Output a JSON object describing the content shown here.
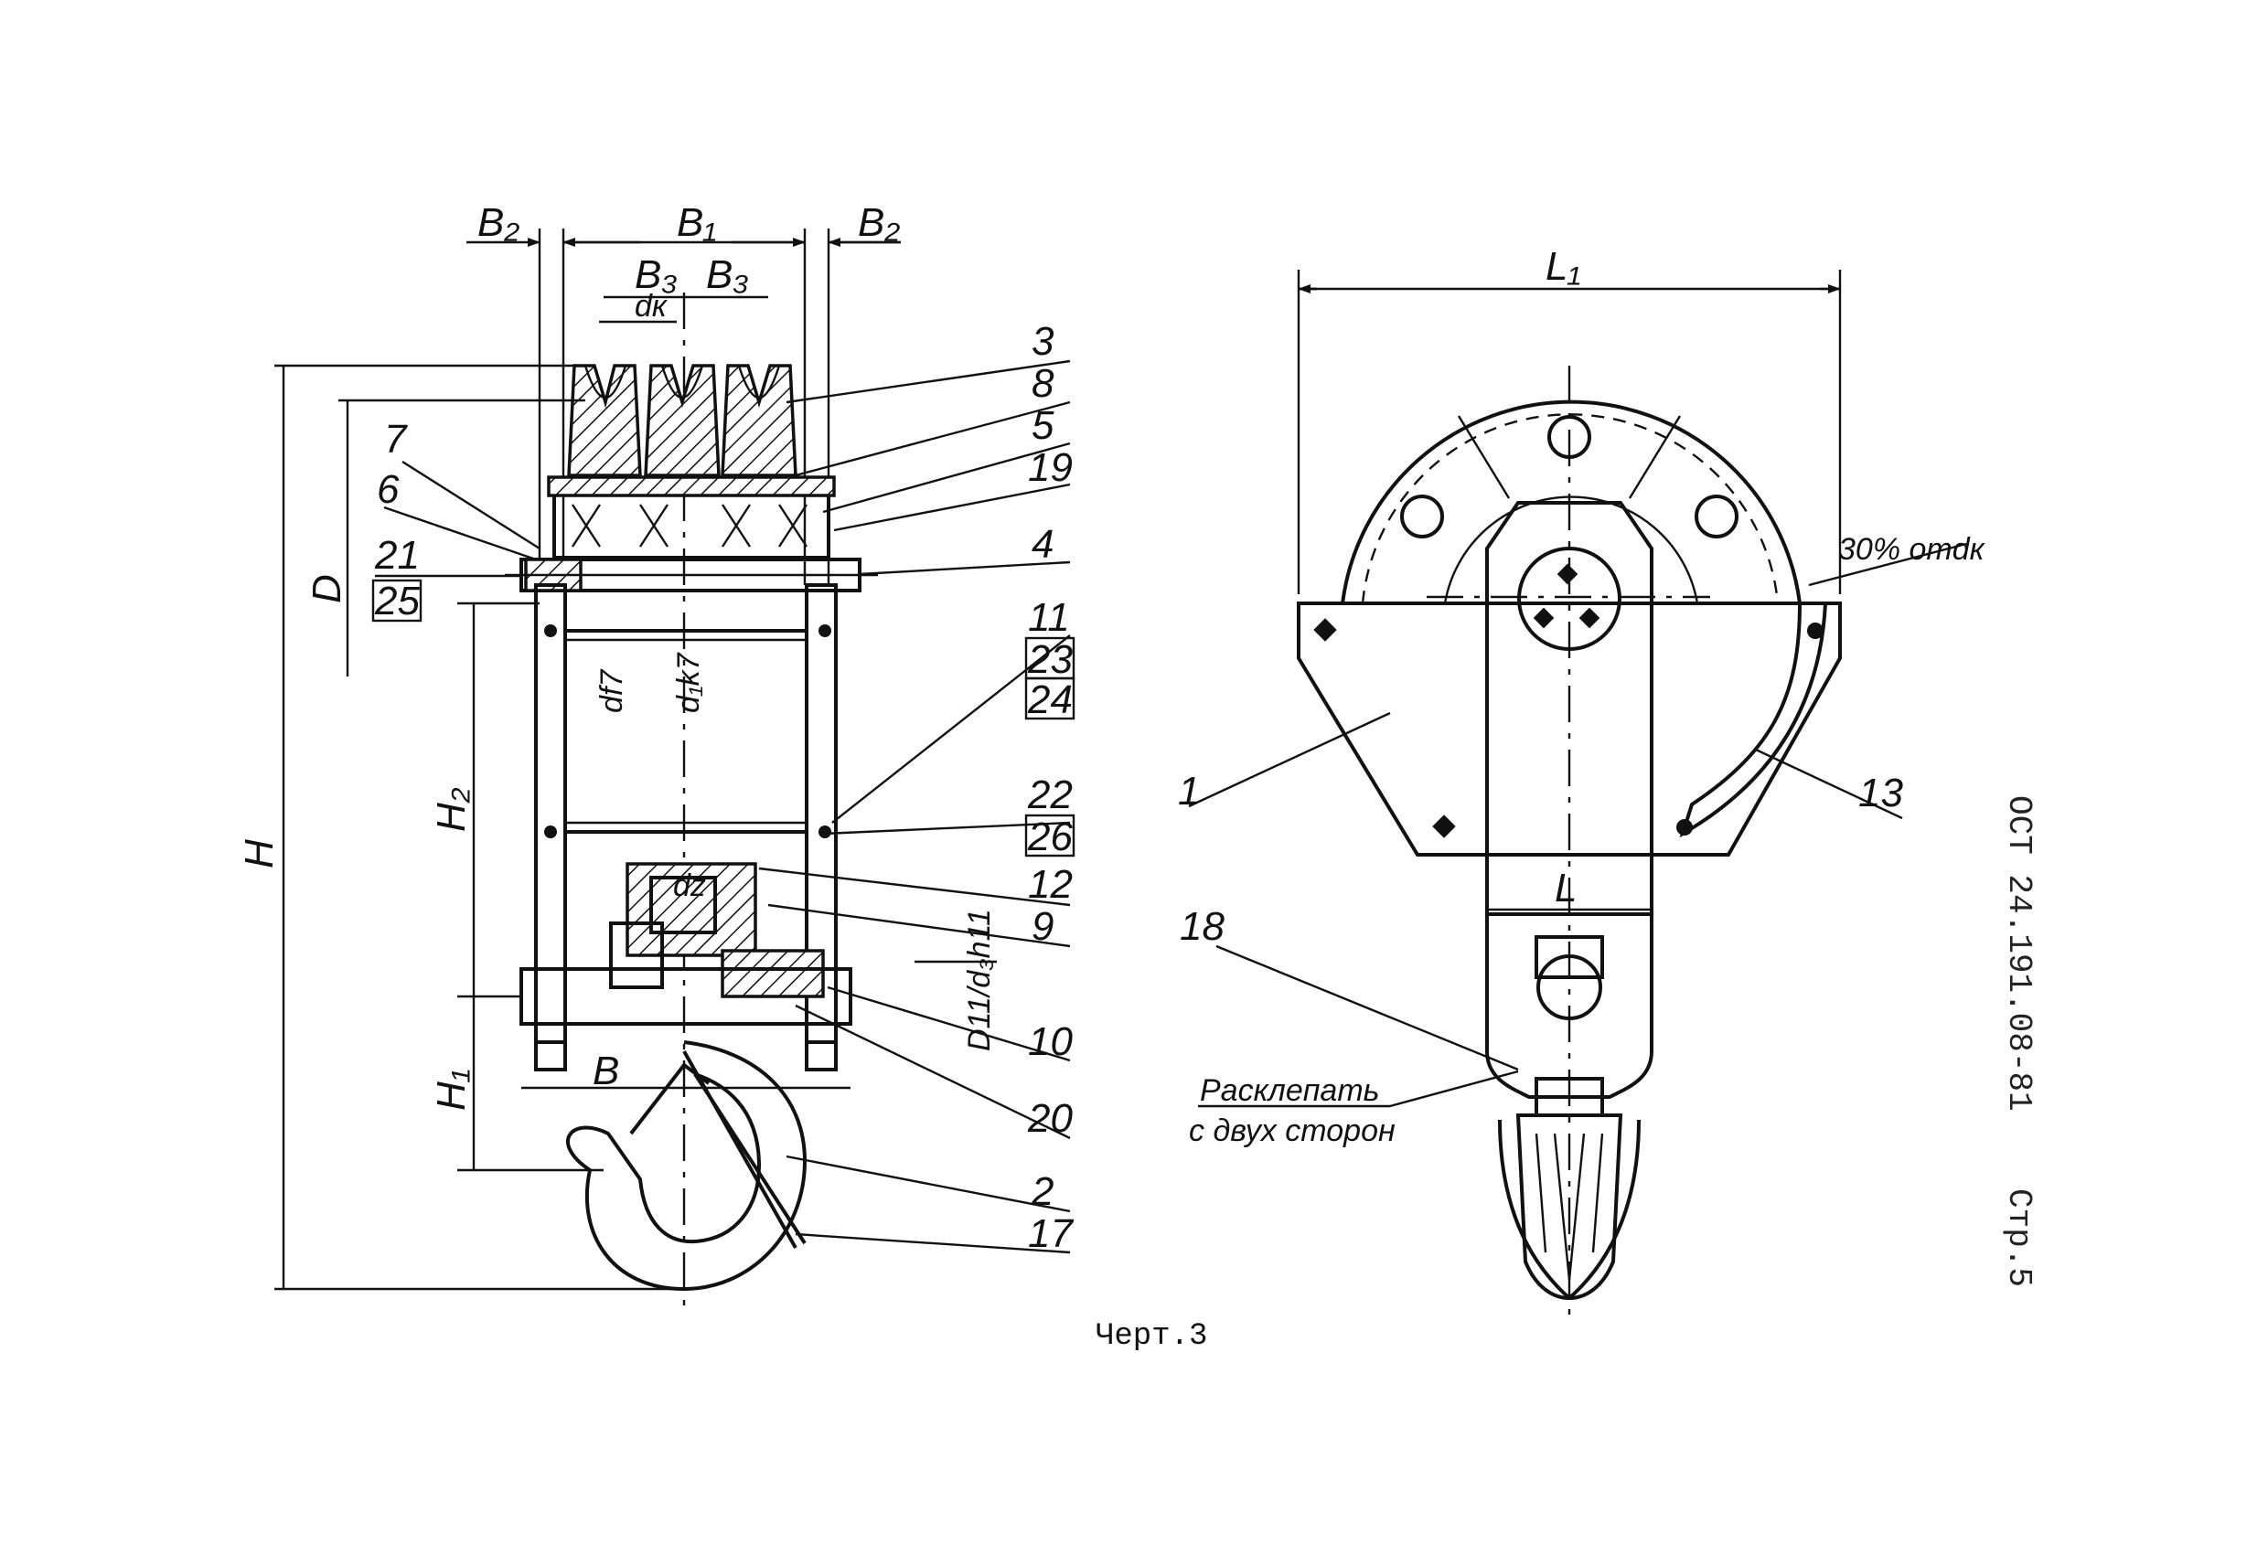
{
  "caption": "Черт.3",
  "standard_code": "ОСТ 24.191.08-81",
  "page_ref": "Стр.5",
  "note": {
    "line1": "Расклепать",
    "line2": "с двух сторон",
    "percent": "30% отdк"
  },
  "dimensions": {
    "B2_left": "B₂",
    "B1": "B₁",
    "B2_right": "B₂",
    "B3_left": "B₃",
    "B3_right": "B₃",
    "dk": "dк",
    "D": "D",
    "H": "H",
    "H2": "H₂",
    "H1": "H₁",
    "B": "B",
    "df7": "df7",
    "d1k7": "d₁k7",
    "dz": "dz",
    "D11_d3h11": "D11/d₃h11",
    "L1": "L₁",
    "L": "L"
  },
  "callouts_left": {
    "c7": "7",
    "c6": "6",
    "c21": "21",
    "c25": "25"
  },
  "callouts_right": {
    "c3": "3",
    "c8": "8",
    "c5": "5",
    "c19": "19",
    "c4": "4",
    "c11": "11",
    "c23": "23",
    "c24": "24",
    "c22": "22",
    "c26": "26",
    "c12": "12",
    "c9": "9",
    "c10": "10",
    "c20": "20",
    "c2": "2",
    "c17": "17"
  },
  "callouts_side": {
    "c1": "1",
    "c13": "13",
    "c18": "18"
  }
}
